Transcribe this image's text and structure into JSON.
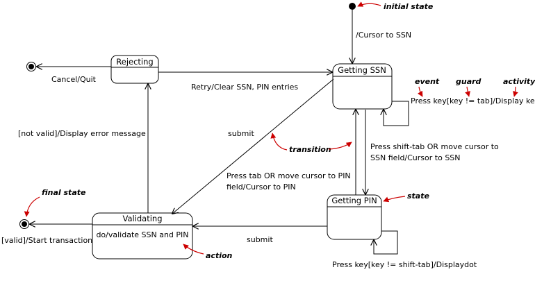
{
  "colors": {
    "note_text": "#1a1a6e",
    "note_arrow": "#cc0000",
    "line": "#000000",
    "background": "#ffffff"
  },
  "states": {
    "rejecting": "Rejecting",
    "getting_ssn": "Getting SSN",
    "getting_pin": "Getting PIN",
    "validating": "Validating",
    "validating_action": "do/validate SSN and PIN"
  },
  "transitions": {
    "initial_to_ssn": "/Cursor to SSN",
    "rejecting_cancel": "Cancel/Quit",
    "rejecting_retry": "Retry/Clear SSN, PIN entries",
    "ssn_self": "Press key[key != tab]/Display key",
    "ssn_submit": "submit",
    "ssn_to_pin_line1": "Press tab OR move cursor to PIN",
    "ssn_to_pin_line2": "field/Cursor to PIN",
    "pin_to_ssn_line1": "Press shift-tab OR move cursor to",
    "pin_to_ssn_line2": "SSN field/Cursor to SSN",
    "pin_submit": "submit",
    "pin_self": "Press key[key != shift-tab]/Displaydot",
    "not_valid": "[not valid]/Display error message",
    "valid": "[valid]/Start transaction"
  },
  "notes": {
    "initial_state": "initial state",
    "event": "event",
    "guard": "guard",
    "activity": "activity",
    "transition": "transition",
    "state": "state",
    "final_state": "final state",
    "action": "action"
  }
}
